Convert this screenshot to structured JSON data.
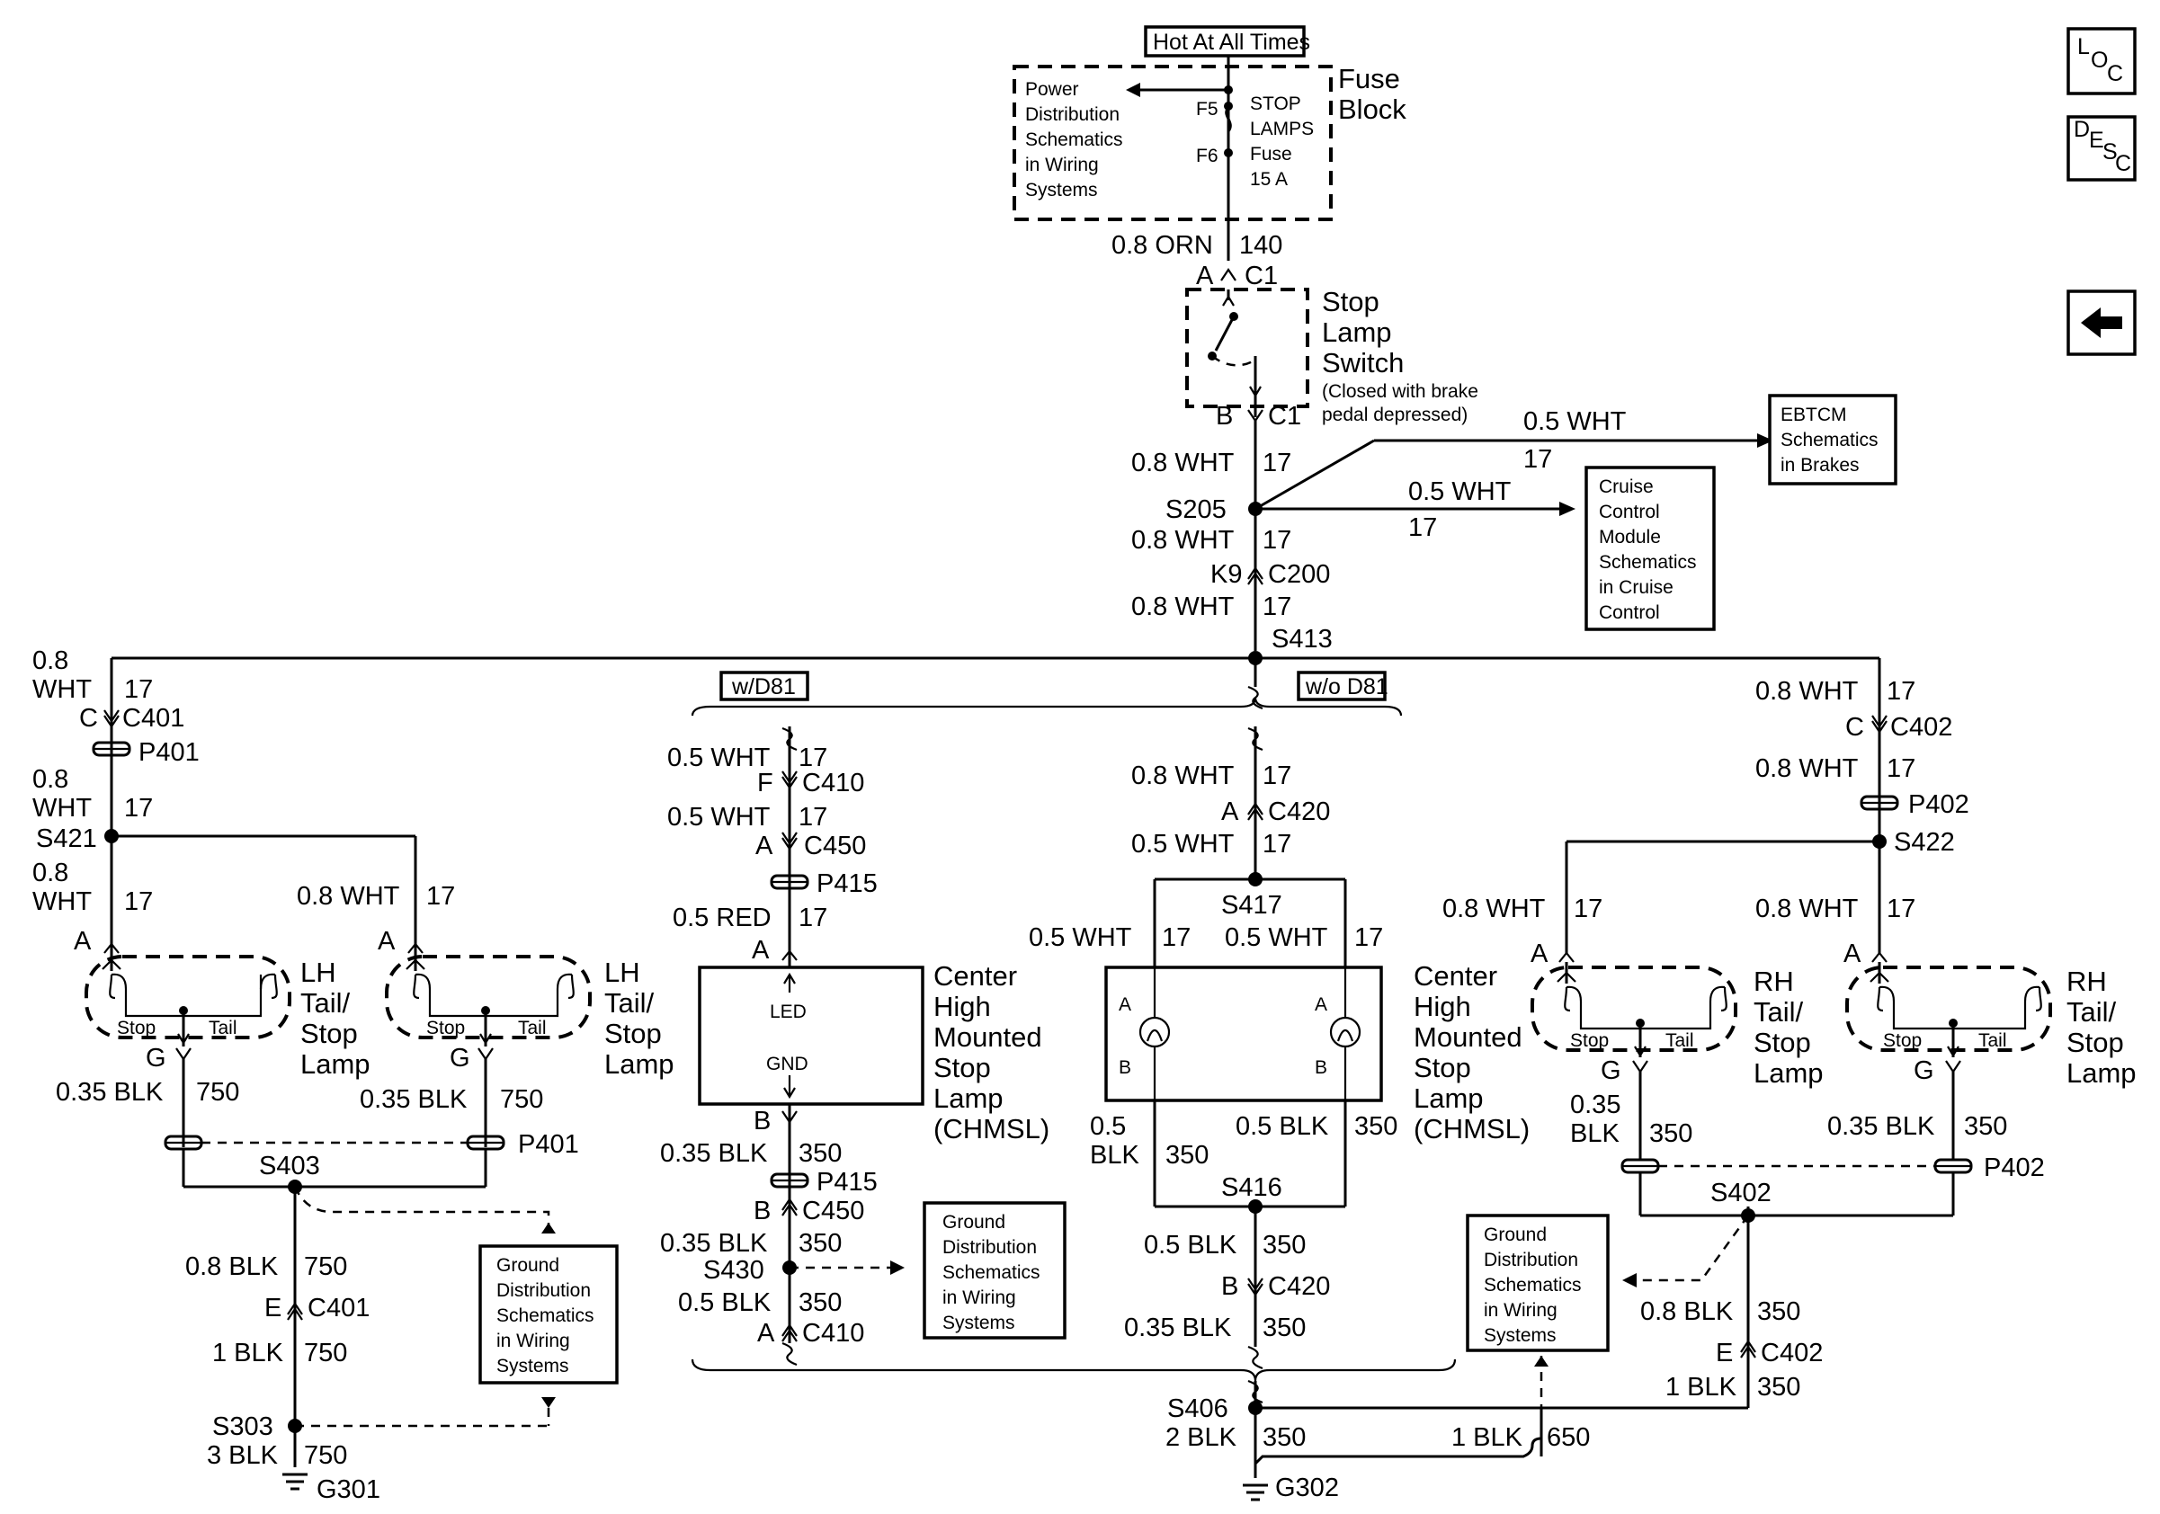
{
  "nav": {
    "loc": "LOC",
    "desc": "DESC",
    "back": "back"
  },
  "power": {
    "hot": "Hot At All Times",
    "fuse_block": [
      "Fuse",
      "Block"
    ],
    "pds": [
      "Power",
      "Distribution",
      "Schematics",
      "in Wiring",
      "Systems"
    ],
    "f5": "F5",
    "f6": "F6",
    "fuse_text": [
      "STOP",
      "LAMPS",
      "Fuse",
      "15 A"
    ]
  },
  "switch": {
    "wire_in": [
      "0.8 ORN",
      "140"
    ],
    "conn_top": [
      "A",
      "C1"
    ],
    "name": [
      "Stop",
      "Lamp",
      "Switch"
    ],
    "note": [
      "(Closed with brake",
      "pedal depressed)"
    ],
    "conn_bot": [
      "B",
      "C1"
    ]
  },
  "trunk": {
    "w1": [
      "0.8 WHT",
      "17"
    ],
    "s205": "S205",
    "w2": [
      "0.8 WHT",
      "17"
    ],
    "c200": [
      "K9",
      "C200"
    ],
    "w3": [
      "0.8 WHT",
      "17"
    ],
    "s413": "S413",
    "ebtcm_wire": [
      "0.5 WHT",
      "17"
    ],
    "cruise_wire": [
      "0.5 WHT",
      "17"
    ],
    "ebtcm": [
      "EBTCM",
      "Schematics",
      "in Brakes"
    ],
    "cruise": [
      "Cruise",
      "Control",
      "Module",
      "Schematics",
      "in Cruise",
      "Control"
    ]
  },
  "lh": {
    "w_top": [
      "0.8",
      "WHT",
      "17"
    ],
    "c401": [
      "C",
      "C401"
    ],
    "p401": "P401",
    "w2": [
      "0.8",
      "WHT",
      "17"
    ],
    "s421": "S421",
    "w3": [
      "0.8",
      "WHT",
      "17"
    ],
    "w4": [
      "0.8 WHT",
      "17"
    ],
    "pin_a": "A",
    "pin_g": "G",
    "stop": "Stop",
    "tail": "Tail",
    "lamp_name": [
      "LH",
      "Tail/",
      "Stop",
      "Lamp"
    ],
    "gw1": [
      "0.35 BLK",
      "750"
    ],
    "gw2": [
      "0.35 BLK",
      "750"
    ],
    "p401b": "P401",
    "s403": "S403",
    "gw3": [
      "0.8 BLK",
      "750"
    ],
    "c401b": [
      "E",
      "C401"
    ],
    "gw4": [
      "1 BLK",
      "750"
    ],
    "s303": "S303",
    "gw5": [
      "3 BLK",
      "750"
    ],
    "g301": "G301",
    "ground_box": [
      "Ground",
      "Distribution",
      "Schematics",
      "in Wiring",
      "Systems"
    ]
  },
  "chmsl_d81": {
    "tag": "w/D81",
    "w1": [
      "0.5 WHT",
      "17"
    ],
    "c410": [
      "F",
      "C410"
    ],
    "w2": [
      "0.5 WHT",
      "17"
    ],
    "c450": [
      "A",
      "C450"
    ],
    "p415": "P415",
    "w3": [
      "0.5 RED",
      "17"
    ],
    "pin_a": "A",
    "led": "LED",
    "gnd": "GND",
    "pin_b": "B",
    "name": [
      "Center",
      "High",
      "Mounted",
      "Stop",
      "Lamp",
      "(CHMSL)"
    ],
    "gw1": [
      "0.35 BLK",
      "350"
    ],
    "p415b": "P415",
    "c450b": [
      "B",
      "C450"
    ],
    "gw2": [
      "0.35 BLK",
      "350"
    ],
    "s430": "S430",
    "gw3": [
      "0.5 BLK",
      "350"
    ],
    "c410b": [
      "A",
      "C410"
    ],
    "ground_box": [
      "Ground",
      "Distribution",
      "Schematics",
      "in Wiring",
      "Systems"
    ]
  },
  "chmsl_nod81": {
    "tag": "w/o D81",
    "w1": [
      "0.8 WHT",
      "17"
    ],
    "c420": [
      "A",
      "C420"
    ],
    "w2": [
      "0.5 WHT",
      "17"
    ],
    "s417": "S417",
    "wl": [
      "0.5 WHT",
      "17"
    ],
    "wr": [
      "0.5 WHT",
      "17"
    ],
    "pin_a": "A",
    "pin_b": "B",
    "name": [
      "Center",
      "High",
      "Mounted",
      "Stop",
      "Lamp",
      "(CHMSL)"
    ],
    "gwl": [
      "0.5",
      "BLK",
      "350"
    ],
    "gwr": [
      "0.5 BLK",
      "350"
    ],
    "s416": "S416",
    "gw1": [
      "0.5 BLK",
      "350"
    ],
    "c420b": [
      "B",
      "C420"
    ],
    "gw2": [
      "0.35 BLK",
      "350"
    ],
    "s406": "S406",
    "gw3": [
      "2 BLK",
      "350"
    ],
    "g302": "G302",
    "gw4": [
      "1 BLK",
      "650"
    ]
  },
  "rh": {
    "w1": [
      "0.8 WHT",
      "17"
    ],
    "c402": [
      "C",
      "C402"
    ],
    "w2": [
      "0.8 WHT",
      "17"
    ],
    "p402": "P402",
    "s422": "S422",
    "w3": [
      "0.8 WHT",
      "17"
    ],
    "w4": [
      "0.8 WHT",
      "17"
    ],
    "pin_a": "A",
    "pin_g": "G",
    "stop": "Stop",
    "tail": "Tail",
    "lamp_name": [
      "RH",
      "Tail/",
      "Stop",
      "Lamp"
    ],
    "gw1": [
      "0.35",
      "BLK",
      "350"
    ],
    "gw2": [
      "0.35 BLK",
      "350"
    ],
    "p402b": "P402",
    "s402": "S402",
    "gw3": [
      "0.8 BLK",
      "350"
    ],
    "c402b": [
      "E",
      "C402"
    ],
    "gw4": [
      "1 BLK",
      "350"
    ],
    "ground_box": [
      "Ground",
      "Distribution",
      "Schematics",
      "in Wiring",
      "Systems"
    ]
  }
}
